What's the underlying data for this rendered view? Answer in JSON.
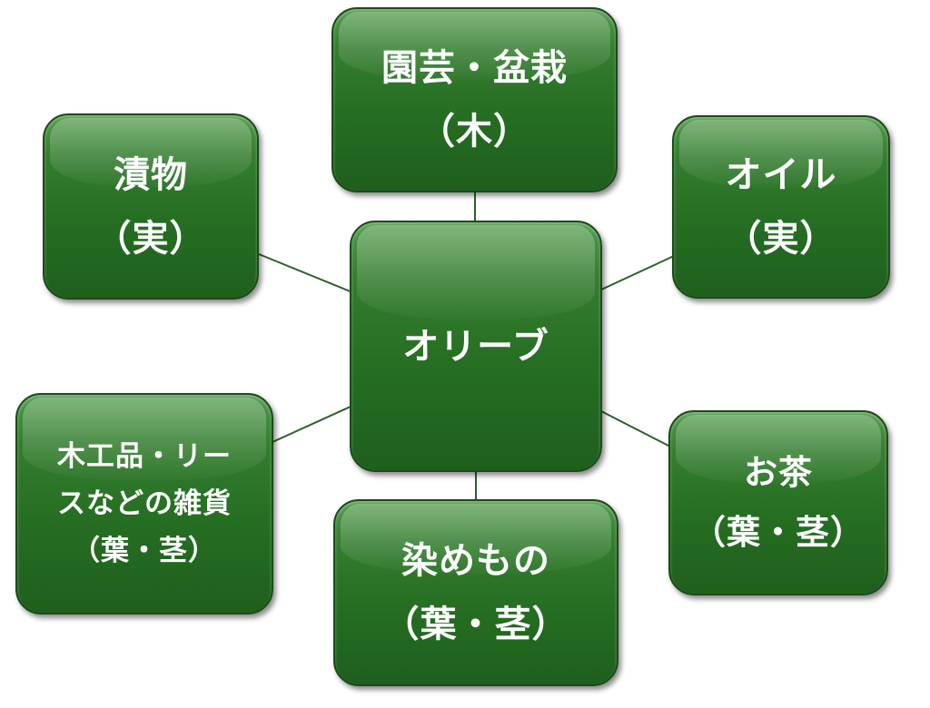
{
  "center": {
    "label": "オリーブ"
  },
  "nodes": [
    {
      "id": "top",
      "label": "園芸・盆栽\n（木）"
    },
    {
      "id": "upper-left",
      "label": "漬物\n（実）"
    },
    {
      "id": "upper-right",
      "label": "オイル\n（実）"
    },
    {
      "id": "lower-left",
      "label": "木工品・リー\nスなどの雑貨\n（葉・茎）"
    },
    {
      "id": "bottom",
      "label": "染めもの\n（葉・茎）"
    },
    {
      "id": "lower-right",
      "label": "お茶\n（葉・茎）"
    }
  ],
  "colors": {
    "node_fill": "#2a7226",
    "node_border": "#1c4a1a",
    "connector": "#2e5f2b",
    "text": "#ffffff"
  }
}
